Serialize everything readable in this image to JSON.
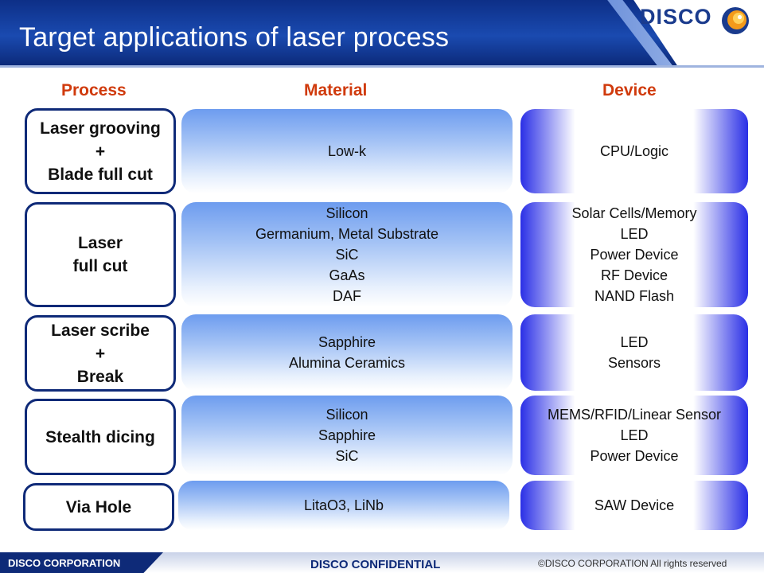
{
  "header": {
    "title": "Target applications of laser process",
    "logo_text": "DISCO"
  },
  "columns": {
    "process": "Process",
    "material": "Material",
    "device": "Device"
  },
  "rows": [
    {
      "process": "Laser grooving\n+\nBlade full cut",
      "material": "Low-k",
      "device": "CPU/Logic"
    },
    {
      "process": "Laser\nfull cut",
      "material": "Silicon\nGermanium, Metal Substrate\nSiC\nGaAs\nDAF",
      "device": "Solar Cells/Memory\nLED\nPower Device\nRF Device\nNAND Flash"
    },
    {
      "process": "Laser scribe\n+\nBreak",
      "material": "Sapphire\nAlumina Ceramics",
      "device": "LED\nSensors"
    },
    {
      "process": "Stealth dicing",
      "material": "Silicon\nSapphire\nSiC",
      "device": "MEMS/RFID/Linear Sensor\nLED\nPower Device"
    },
    {
      "process": "Via Hole",
      "material": "LitaO3, LiNb",
      "device": "SAW Device"
    }
  ],
  "footer": {
    "company": "DISCO CORPORATION",
    "confidential": "DISCO CONFIDENTIAL",
    "copyright": "©DISCO CORPORATION   All rights reserved"
  },
  "colors": {
    "header_blue": "#0d2f87",
    "heading_orange": "#d03a0c",
    "process_border": "#0f2a78",
    "device_edge_blue": "#2a2fe6",
    "material_blue": "#6d9cef"
  }
}
